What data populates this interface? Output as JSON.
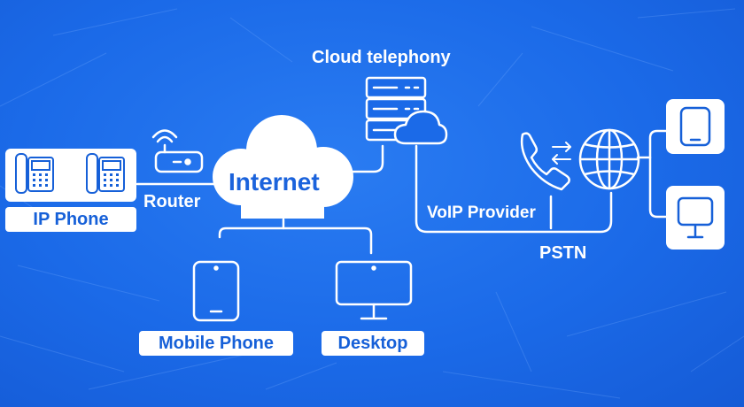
{
  "diagram": {
    "nodes": {
      "cloud_telephony": "Cloud telephony",
      "router": "Router",
      "internet": "Internet",
      "ip_phone": "IP Phone",
      "voip_provider": "VoIP Provider",
      "pstn": "PSTN",
      "mobile_phone": "Mobile Phone",
      "desktop": "Desktop"
    },
    "icons": [
      "ip-phone-icon",
      "router-icon",
      "server-icon",
      "cloud-icon",
      "phone-handset-icon",
      "transfer-arrows-icon",
      "globe-icon",
      "tablet-icon",
      "monitor-icon"
    ],
    "colors": {
      "background": "#1b6ae8",
      "line": "#ffffff",
      "label_text": "#1660d8"
    }
  }
}
